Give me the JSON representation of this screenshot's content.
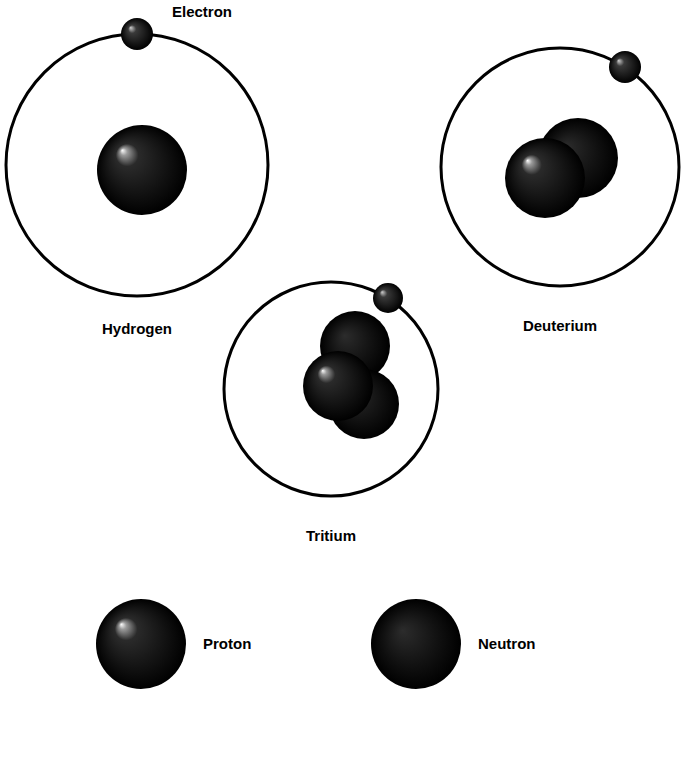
{
  "diagram": {
    "nodes": [
      {
        "text": [
          "Hydrogen"
        ]
      },
      {
        "text": [
          "Deuterium"
        ]
      },
      {
        "text": [
          "Tritium"
        ]
      }
    ],
    "labels": [
      "Electron"
    ],
    "legend": [
      {
        "text": "Proton"
      },
      {
        "text": "Neutron"
      }
    ]
  }
}
